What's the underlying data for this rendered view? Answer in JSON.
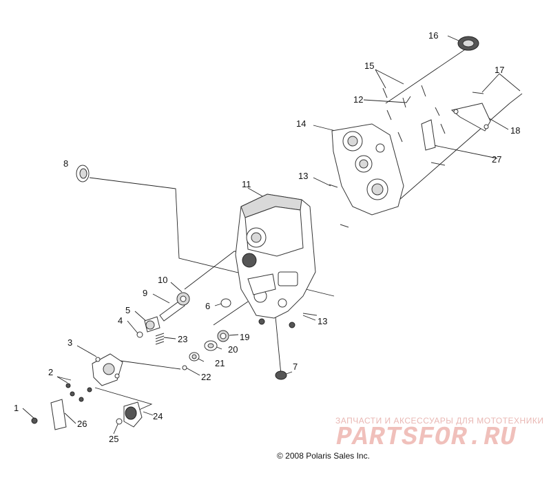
{
  "labels": [
    "1",
    "2",
    "3",
    "4",
    "5",
    "6",
    "7",
    "8",
    "9",
    "10",
    "11",
    "12",
    "13",
    "13",
    "14",
    "15",
    "16",
    "17",
    "18",
    "19",
    "20",
    "21",
    "22",
    "23",
    "24",
    "25",
    "26",
    "27"
  ],
  "watermark": {
    "tagline": "ЗАПЧАСТИ И АКСЕССУАРЫ ДЛЯ МОТОТЕХНИКИ",
    "logo": "PARTSFOR.RU"
  },
  "copyright": "© 2008 Polaris Sales Inc.",
  "colors": {
    "watermark": "#f0c0bb",
    "lines": "#222222"
  }
}
